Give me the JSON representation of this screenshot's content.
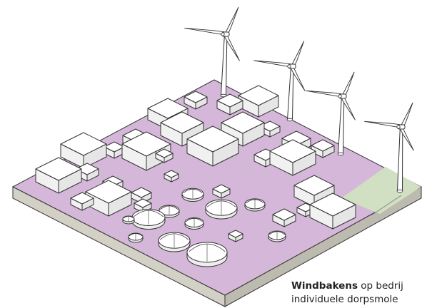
{
  "caption": {
    "bold": "Windbakens",
    "line1_rest": " op bedrij",
    "line2": "individuele dorpsmole"
  },
  "colors": {
    "ground_top": "#d5b7d9",
    "green_patch": "#d1dfc2",
    "slab_side_left": "#d3d0c6",
    "slab_side_right": "#bdbab0",
    "building": "#ffffff",
    "line": "#333333"
  },
  "scene_elements": {
    "wind_turbines": 4,
    "buildings": 31,
    "storage_tanks": 11
  }
}
